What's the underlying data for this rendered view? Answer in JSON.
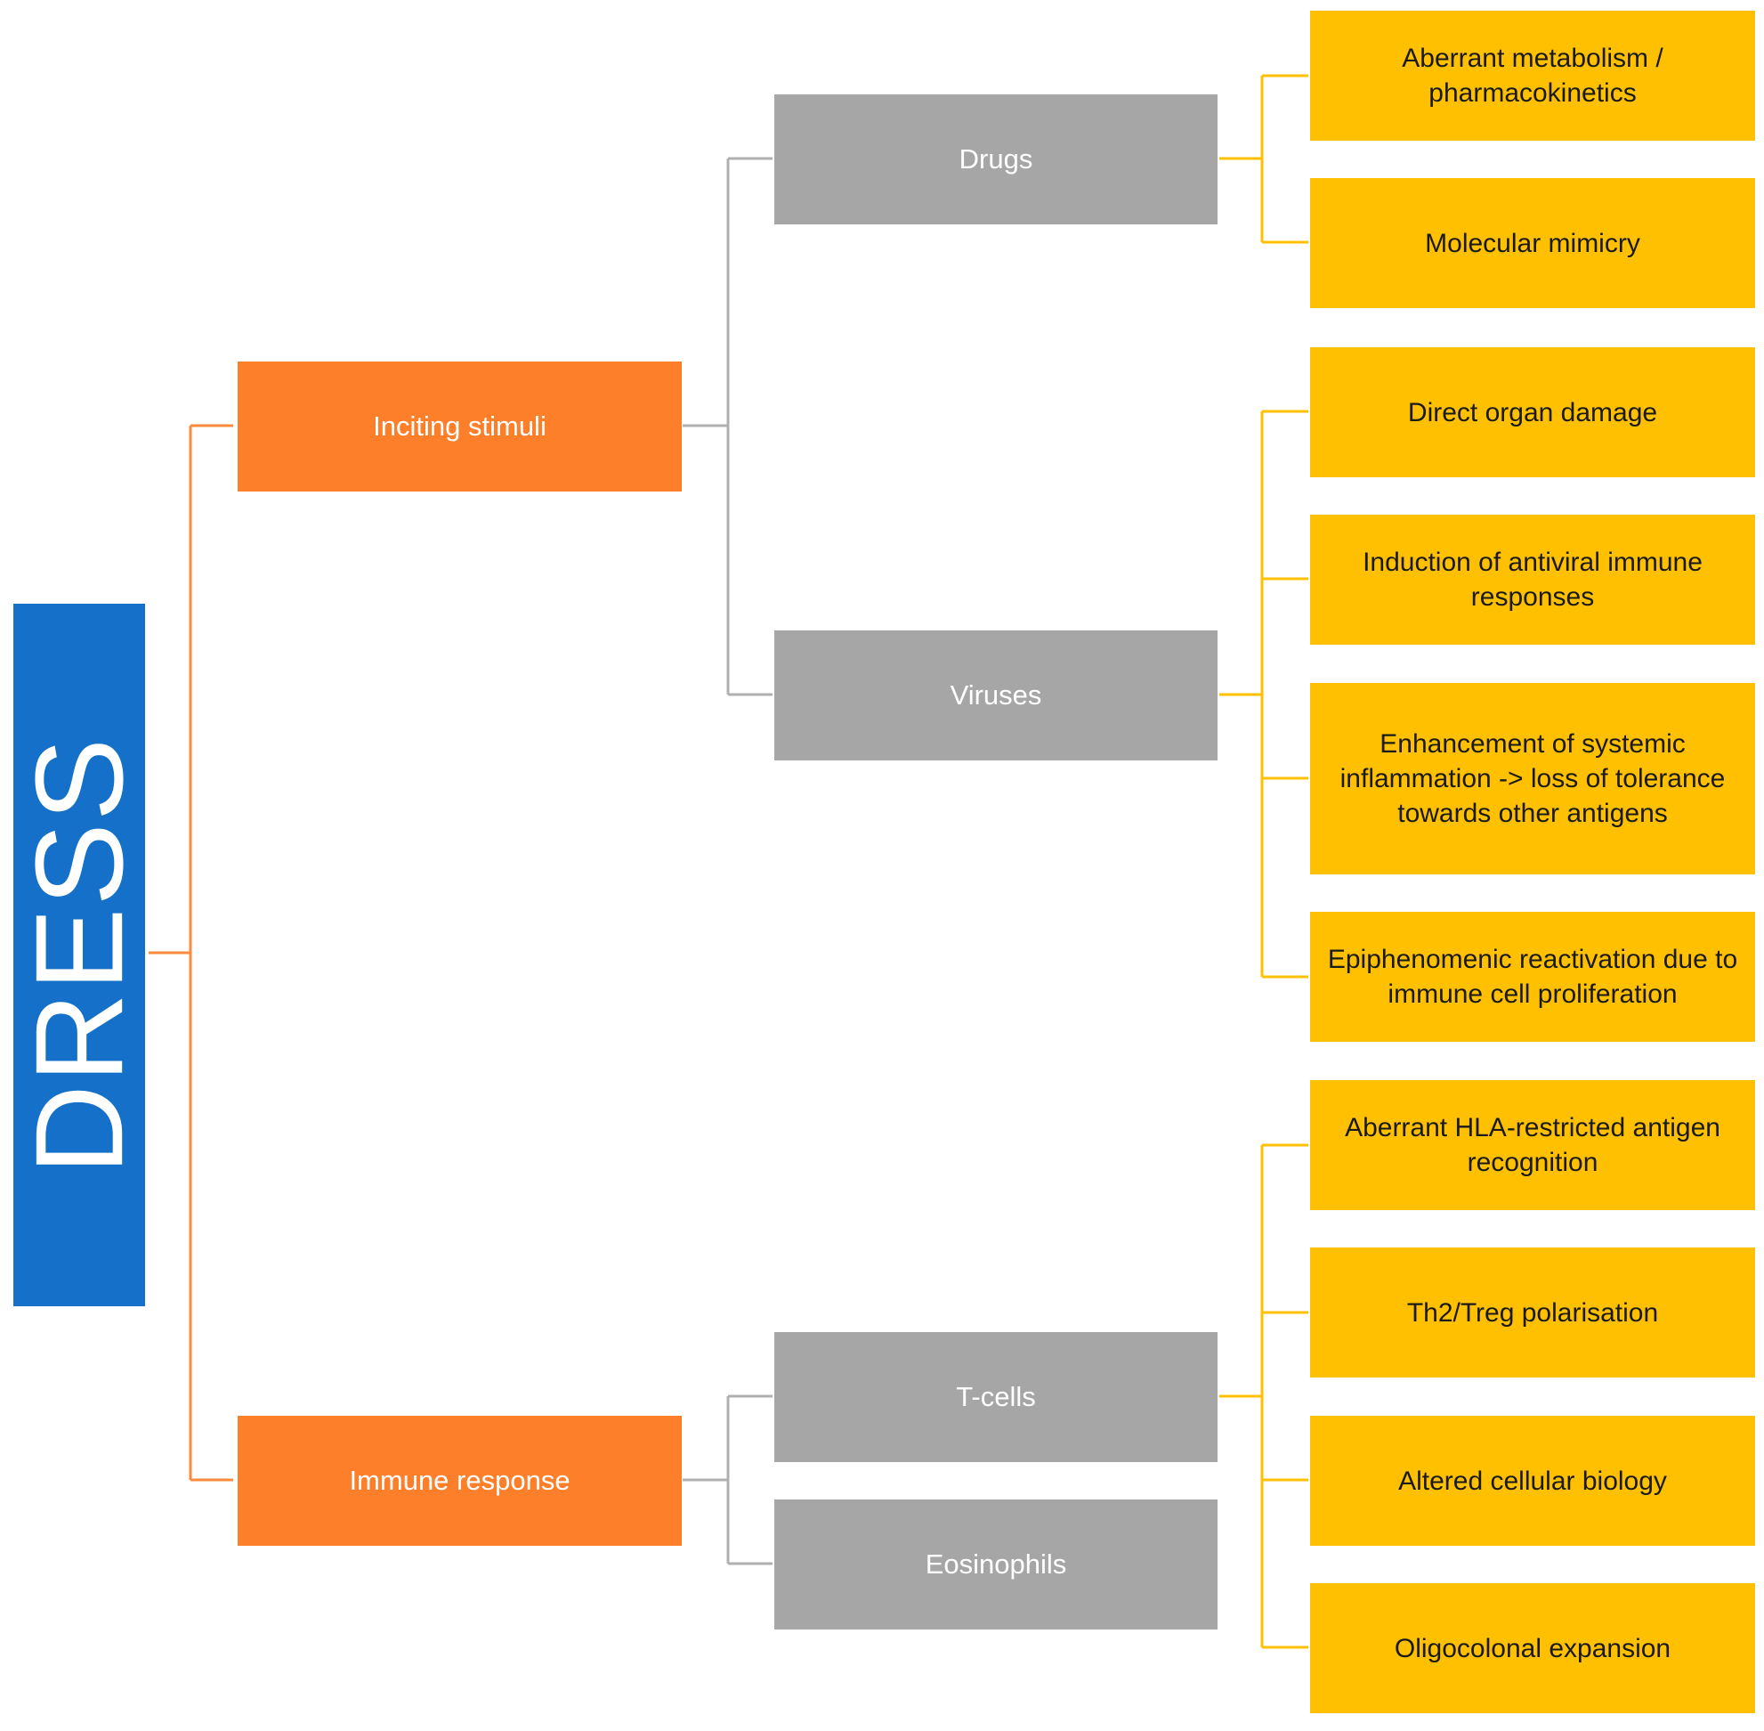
{
  "root": {
    "label": "DRESS"
  },
  "colors": {
    "root": "#1470C8",
    "level1": "#FE7F2A",
    "level2": "#A6A6A6",
    "level3": "#FEC000",
    "connector_level1": "#FE8A3C",
    "connector_level2": "#B0B0B0",
    "connector_level3": "#FEC000"
  },
  "inciting": {
    "label": "Inciting stimuli",
    "drugs": {
      "label": "Drugs",
      "items": [
        "Aberrant metabolism / pharmacokinetics",
        "Molecular mimicry"
      ]
    },
    "viruses": {
      "label": "Viruses",
      "items": [
        "Direct organ damage",
        "Induction of antiviral immune responses",
        "Enhancement of systemic inflammation -> loss of tolerance towards other antigens",
        "Epiphenomenic reactivation due to immune cell proliferation"
      ]
    }
  },
  "immune": {
    "label": "Immune response",
    "tcells": {
      "label": "T-cells",
      "items": [
        "Aberrant HLA-restricted antigen recognition",
        "Th2/Treg polarisation",
        "Altered cellular biology",
        "Oligocolonal expansion"
      ]
    },
    "eosinophils": {
      "label": "Eosinophils"
    }
  }
}
